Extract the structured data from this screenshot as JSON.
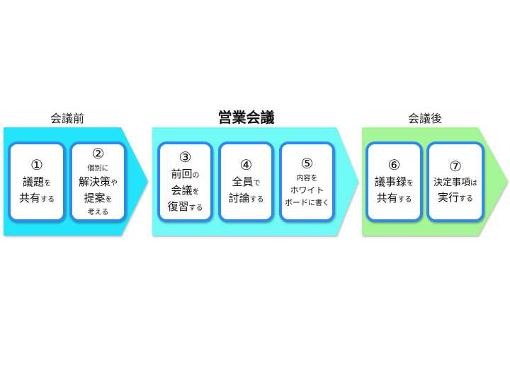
{
  "title": "営業会議",
  "colors": {
    "before": "#22e5fb",
    "meeting": "#6ffaf5",
    "after": "#a4f596",
    "card_border": "#2f8af0"
  },
  "sections": [
    {
      "label": "会議前",
      "cards": [
        {
          "num": "①",
          "lines": [
            {
              "main": "議題",
              "small": "を"
            },
            {
              "main": "共有",
              "small": "する"
            }
          ]
        },
        {
          "num": "②",
          "lines": [
            {
              "main": "",
              "small": "個別に"
            },
            {
              "main": "解決策",
              "small": "や"
            },
            {
              "main": "提案",
              "small": "を"
            },
            {
              "main": "",
              "small": "考える"
            }
          ]
        }
      ]
    },
    {
      "label": "営業会議",
      "cards": [
        {
          "num": "③",
          "lines": [
            {
              "main": "前回",
              "small": "の"
            },
            {
              "main": "会議",
              "small": "を"
            },
            {
              "main": "復習",
              "small": "する"
            }
          ]
        },
        {
          "num": "④",
          "lines": [
            {
              "main": "全員",
              "small": "で"
            },
            {
              "main": "討論",
              "small": "する"
            }
          ]
        },
        {
          "num": "⑤",
          "lines": [
            {
              "main": "",
              "small": "内容を"
            },
            {
              "main": "ホワイト",
              "small": ""
            },
            {
              "main": "ボード",
              "small": "に書く"
            }
          ]
        }
      ]
    },
    {
      "label": "会議後",
      "cards": [
        {
          "num": "⑥",
          "lines": [
            {
              "main": "議事録",
              "small": "を"
            },
            {
              "main": "共有",
              "small": "する"
            }
          ]
        },
        {
          "num": "⑦",
          "lines": [
            {
              "main": "決定事項",
              "small": "は"
            },
            {
              "main": "実行",
              "small": "する"
            }
          ]
        }
      ]
    }
  ]
}
